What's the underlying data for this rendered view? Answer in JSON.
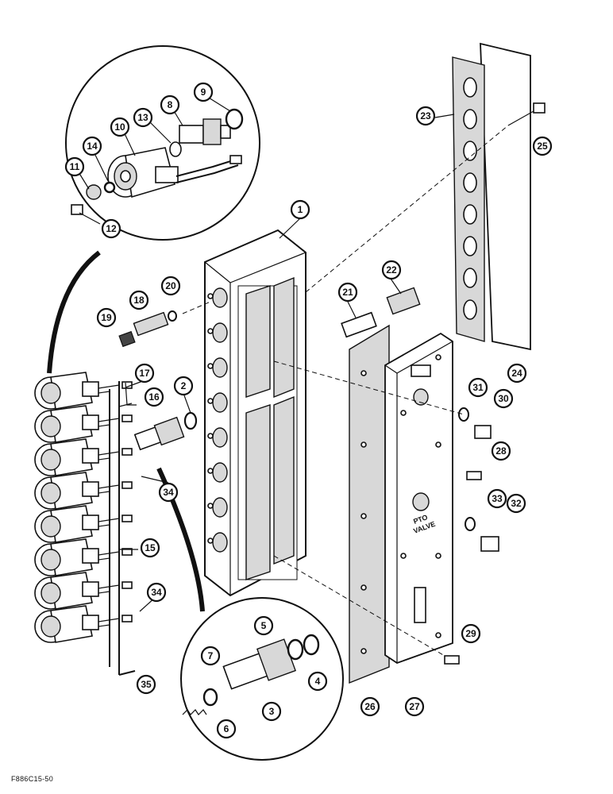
{
  "figure_code": "F886C15-50",
  "plate_label_line1": "PTO",
  "plate_label_line2": "VALVE",
  "callouts": [
    {
      "id": "c1",
      "label": "1"
    },
    {
      "id": "c2",
      "label": "2"
    },
    {
      "id": "c3",
      "label": "3"
    },
    {
      "id": "c4",
      "label": "4"
    },
    {
      "id": "c5",
      "label": "5"
    },
    {
      "id": "c6",
      "label": "6"
    },
    {
      "id": "c7",
      "label": "7"
    },
    {
      "id": "c8",
      "label": "8"
    },
    {
      "id": "c9",
      "label": "9"
    },
    {
      "id": "c10",
      "label": "10"
    },
    {
      "id": "c11",
      "label": "11"
    },
    {
      "id": "c12",
      "label": "12"
    },
    {
      "id": "c13",
      "label": "13"
    },
    {
      "id": "c14",
      "label": "14"
    },
    {
      "id": "c15",
      "label": "15"
    },
    {
      "id": "c16",
      "label": "16"
    },
    {
      "id": "c17",
      "label": "17"
    },
    {
      "id": "c18",
      "label": "18"
    },
    {
      "id": "c19",
      "label": "19"
    },
    {
      "id": "c20",
      "label": "20"
    },
    {
      "id": "c21",
      "label": "21"
    },
    {
      "id": "c22",
      "label": "22"
    },
    {
      "id": "c23",
      "label": "23"
    },
    {
      "id": "c24",
      "label": "24"
    },
    {
      "id": "c25",
      "label": "25"
    },
    {
      "id": "c26",
      "label": "26"
    },
    {
      "id": "c27",
      "label": "27"
    },
    {
      "id": "c28",
      "label": "28"
    },
    {
      "id": "c29",
      "label": "29"
    },
    {
      "id": "c30",
      "label": "30"
    },
    {
      "id": "c31",
      "label": "31"
    },
    {
      "id": "c32",
      "label": "32"
    },
    {
      "id": "c33",
      "label": "33"
    },
    {
      "id": "c34a",
      "label": "34"
    },
    {
      "id": "c34b",
      "label": "34"
    },
    {
      "id": "c35",
      "label": "35"
    }
  ]
}
